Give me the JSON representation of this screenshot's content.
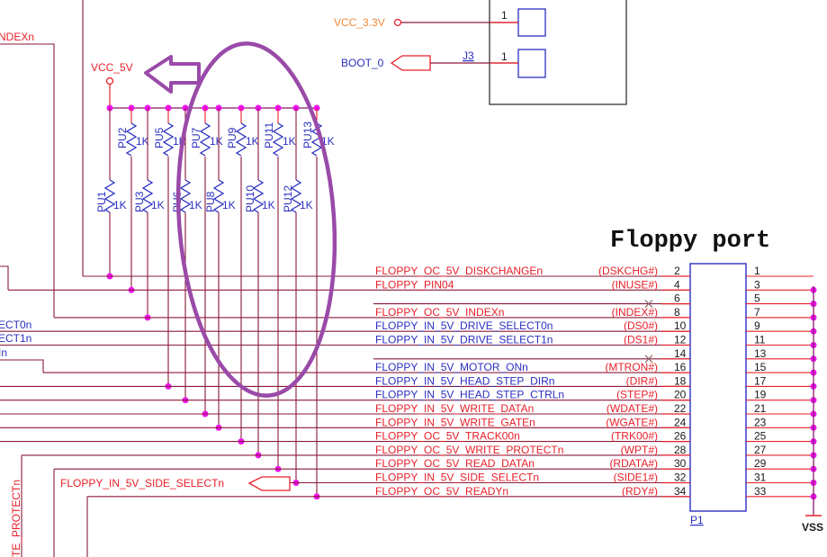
{
  "title": "Floppy port",
  "power": {
    "vcc5": "VCC_5V",
    "vcc33": "VCC_3.3V",
    "vss": "VSS"
  },
  "jumper": {
    "ref": "J3",
    "net": "BOOT_0",
    "pin_labels": [
      "1",
      "1"
    ]
  },
  "connector": {
    "ref": "P1",
    "even_pins": [
      {
        "pin": "2",
        "net": "FLOPPY_OC_5V_DISKCHANGEn",
        "signal": "(DSKCHG#)",
        "net_color": "red"
      },
      {
        "pin": "4",
        "net": "FLOPPY_PIN04",
        "signal": "(INUSE#)",
        "net_color": "red"
      },
      {
        "pin": "6",
        "net": "",
        "signal": "",
        "net_color": "red",
        "nc": true
      },
      {
        "pin": "8",
        "net": "FLOPPY_OC_5V_INDEXn",
        "signal": "(INDEX#)",
        "net_color": "red"
      },
      {
        "pin": "10",
        "net": "FLOPPY_IN_5V_DRIVE_SELECT0n",
        "signal": "(DS0#)",
        "net_color": "blue"
      },
      {
        "pin": "12",
        "net": "FLOPPY_IN_5V_DRIVE_SELECT1n",
        "signal": "(DS1#)",
        "net_color": "blue"
      },
      {
        "pin": "14",
        "net": "",
        "signal": "",
        "net_color": "red",
        "nc": true
      },
      {
        "pin": "16",
        "net": "FLOPPY_IN_5V_MOTOR_ONn",
        "signal": "(MTRON#)",
        "net_color": "blue"
      },
      {
        "pin": "18",
        "net": "FLOPPY_IN_5V_HEAD_STEP_DIRn",
        "signal": "(DIR#)",
        "net_color": "blue"
      },
      {
        "pin": "20",
        "net": "FLOPPY_IN_5V_HEAD_STEP_CTRLn",
        "signal": "(STEP#)",
        "net_color": "blue"
      },
      {
        "pin": "22",
        "net": "FLOPPY_IN_5V_WRITE_DATAn",
        "signal": "(WDATE#)",
        "net_color": "red"
      },
      {
        "pin": "24",
        "net": "FLOPPY_IN_5V_WRITE_GATEn",
        "signal": "(WGATE#)",
        "net_color": "red"
      },
      {
        "pin": "26",
        "net": "FLOPPY_OC_5V_TRACK00n",
        "signal": "(TRK00#)",
        "net_color": "red"
      },
      {
        "pin": "28",
        "net": "FLOPPY_OC_5V_WRITE_PROTECTn",
        "signal": "(WPT#)",
        "net_color": "red"
      },
      {
        "pin": "30",
        "net": "FLOPPY_OC_5V_READ_DATAn",
        "signal": "(RDATA#)",
        "net_color": "red"
      },
      {
        "pin": "32",
        "net": "FLOPPY_IN_5V_SIDE_SELECTn",
        "signal": "(SIDE1#)",
        "net_color": "red"
      },
      {
        "pin": "34",
        "net": "FLOPPY_OC_5V_READYn",
        "signal": "(RDY#)",
        "net_color": "red"
      }
    ],
    "odd_pins": [
      "1",
      "3",
      "5",
      "7",
      "9",
      "11",
      "13",
      "15",
      "17",
      "19",
      "21",
      "23",
      "25",
      "27",
      "29",
      "31",
      "33"
    ]
  },
  "pullups": [
    {
      "ref": "PU1",
      "value": "1K"
    },
    {
      "ref": "PU2",
      "value": "1K"
    },
    {
      "ref": "PU3",
      "value": "1K"
    },
    {
      "ref": "PU5",
      "value": "1K"
    },
    {
      "ref": "PU6",
      "value": "1K"
    },
    {
      "ref": "PU7",
      "value": "1K"
    },
    {
      "ref": "PU8",
      "value": "1K"
    },
    {
      "ref": "PU9",
      "value": "1K"
    },
    {
      "ref": "PU10",
      "value": "1K"
    },
    {
      "ref": "PU11",
      "value": "1K"
    },
    {
      "ref": "PU12",
      "value": "1K"
    },
    {
      "ref": "PU13",
      "value": "1K"
    }
  ],
  "left_labels": {
    "indexn": "NDEXn",
    "select0": "ECT0n",
    "select1": "ECT1n",
    "motor": "In",
    "side_select_port": "FLOPPY_IN_5V_SIDE_SELECTn",
    "write_protect_vertical": "TE_PROTECTn"
  },
  "annotation": {
    "color": "#9a4aa8"
  }
}
